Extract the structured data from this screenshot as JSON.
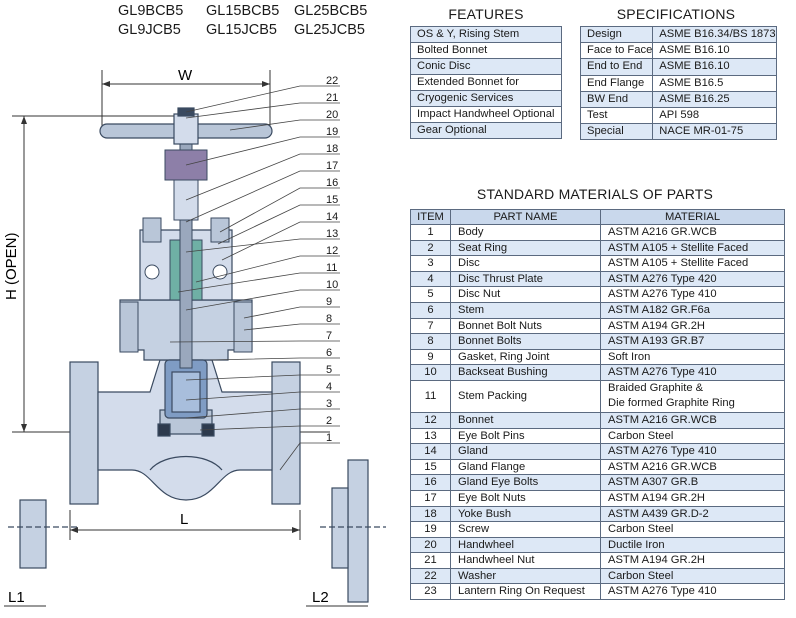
{
  "models": {
    "row1": [
      "GL9BCB5",
      "GL15BCB5",
      "GL25BCB5"
    ],
    "row2": [
      "GL9JCB5",
      "GL15JCB5",
      "GL25JCB5"
    ]
  },
  "drawing": {
    "dim_w": "W",
    "dim_h": "H (OPEN)",
    "dim_l": "L",
    "dim_l1": "L1",
    "dim_l2": "L2",
    "callouts": [
      "22",
      "21",
      "20",
      "19",
      "18",
      "17",
      "16",
      "15",
      "14",
      "13",
      "12",
      "11",
      "10",
      "9",
      "8",
      "7",
      "6",
      "5",
      "4",
      "3",
      "2",
      "1"
    ]
  },
  "features": {
    "title": "FEATURES",
    "items": [
      "OS & Y, Rising Stem",
      "Bolted Bonnet",
      "Conic Disc",
      "Extended Bonnet for",
      "Cryogenic Services",
      "Impact Handwheel Optional",
      "Gear Optional"
    ]
  },
  "specifications": {
    "title": "SPECIFICATIONS",
    "rows": [
      {
        "label": "Design",
        "value": "ASME B16.34/BS 1873"
      },
      {
        "label": "Face to Face",
        "value": "ASME B16.10"
      },
      {
        "label": "End to End",
        "value": "ASME B16.10"
      },
      {
        "label": "End Flange",
        "value": "ASME B16.5"
      },
      {
        "label": "BW End",
        "value": "ASME B16.25"
      },
      {
        "label": "Test",
        "value": "API 598"
      },
      {
        "label": "Special",
        "value": "NACE MR-01-75"
      }
    ]
  },
  "materials": {
    "title": "STANDARD MATERIALS OF PARTS",
    "headers": {
      "item": "ITEM",
      "part": "PART NAME",
      "material": "MATERIAL"
    },
    "rows": [
      {
        "item": "1",
        "part": "Body",
        "material": "ASTM A216 GR.WCB"
      },
      {
        "item": "2",
        "part": "Seat Ring",
        "material": "ASTM A105 + Stellite Faced"
      },
      {
        "item": "3",
        "part": "Disc",
        "material": "ASTM A105 + Stellite Faced"
      },
      {
        "item": "4",
        "part": "Disc Thrust Plate",
        "material": "ASTM A276 Type 420"
      },
      {
        "item": "5",
        "part": "Disc Nut",
        "material": "ASTM A276 Type 410"
      },
      {
        "item": "6",
        "part": "Stem",
        "material": "ASTM A182  GR.F6a"
      },
      {
        "item": "7",
        "part": "Bonnet Bolt Nuts",
        "material": "ASTM A194 GR.2H"
      },
      {
        "item": "8",
        "part": "Bonnet  Bolts",
        "material": "ASTM A193 GR.B7"
      },
      {
        "item": "9",
        "part": "Gasket, Ring Joint",
        "material": "Soft Iron"
      },
      {
        "item": "10",
        "part": "Backseat Bushing",
        "material": "ASTM A276 Type 410"
      },
      {
        "item": "11",
        "part": "Stem Packing",
        "material": "Braided Graphite &",
        "material2": "Die formed Graphite Ring"
      },
      {
        "item": "12",
        "part": "Bonnet",
        "material": "ASTM A216 GR.WCB"
      },
      {
        "item": "13",
        "part": "Eye Bolt Pins",
        "material": "Carbon Steel"
      },
      {
        "item": "14",
        "part": "Gland",
        "material": "ASTM A276 Type 410"
      },
      {
        "item": "15",
        "part": "Gland Flange",
        "material": "ASTM A216 GR.WCB"
      },
      {
        "item": "16",
        "part": "Gland Eye Bolts",
        "material": "ASTM A307 GR.B"
      },
      {
        "item": "17",
        "part": "Eye Bolt Nuts",
        "material": "ASTM A194 GR.2H"
      },
      {
        "item": "18",
        "part": "Yoke Bush",
        "material": "ASTM A439 GR.D-2"
      },
      {
        "item": "19",
        "part": "Screw",
        "material": "Carbon Steel"
      },
      {
        "item": "20",
        "part": "Handwheel",
        "material": "Ductile Iron"
      },
      {
        "item": "21",
        "part": "Handwheel Nut",
        "material": "ASTM A194 GR.2H"
      },
      {
        "item": "22",
        "part": "Washer",
        "material": "Carbon Steel"
      },
      {
        "item": "23",
        "part": "Lantern Ring On Request",
        "material": "ASTM A276 Type 410"
      }
    ]
  }
}
